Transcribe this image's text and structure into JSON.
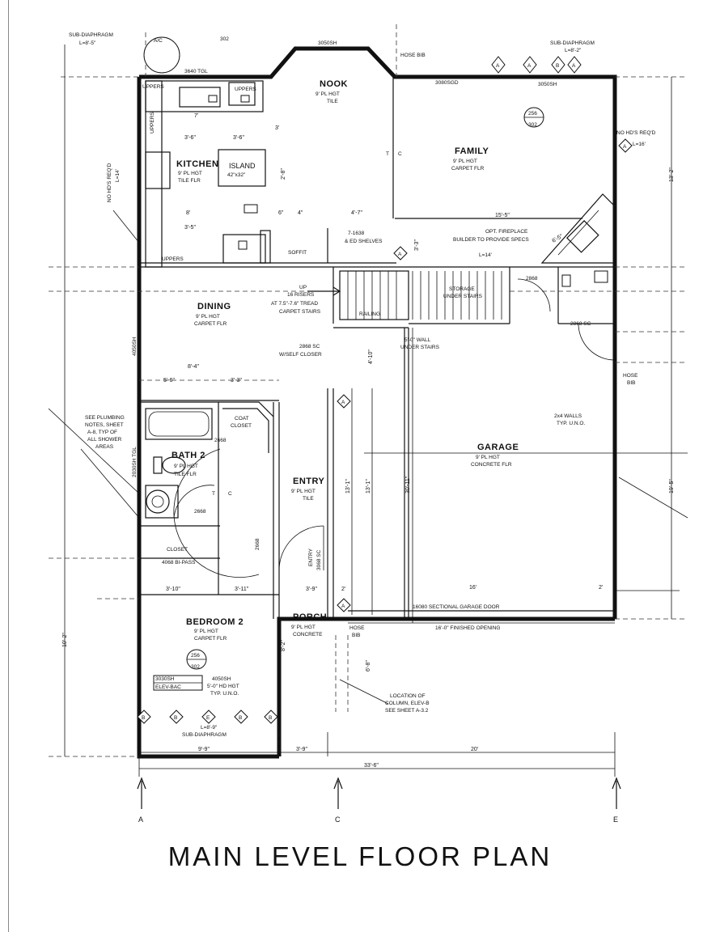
{
  "title": "MAIN LEVEL FLOOR PLAN",
  "rooms": {
    "nook": {
      "name": "NOOK",
      "spec1": "9' PL HGT",
      "spec2": "TILE"
    },
    "family": {
      "name": "FAMILY",
      "spec1": "9' PL HGT",
      "spec2": "CARPET FLR"
    },
    "kitchen": {
      "name": "KITCHEN",
      "spec1": "9' PL HGT",
      "spec2": "TILE FLR"
    },
    "island": {
      "name": "ISLAND",
      "spec1": "42\"x32\""
    },
    "dining": {
      "name": "DINING",
      "spec1": "9' PL HGT",
      "spec2": "CARPET FLR"
    },
    "bath2": {
      "name": "BATH 2",
      "spec1": "9' PL HGT",
      "spec2": "TILE FLR"
    },
    "entry": {
      "name": "ENTRY",
      "spec1": "9' PL HGT",
      "spec2": "TILE"
    },
    "garage": {
      "name": "GARAGE",
      "spec1": "9' PL HGT",
      "spec2": "CONCRETE FLR"
    },
    "bedroom2": {
      "name": "BEDROOM 2",
      "spec1": "9' PL HGT",
      "spec2": "CARPET FLR"
    },
    "porch": {
      "name": "PORCH",
      "spec1": "9' PL HGT",
      "spec2": "CONCRETE"
    },
    "closet": {
      "name": "CLOSET",
      "spec1": "4068 BI-PASS"
    }
  },
  "notes": {
    "ac": "A/C",
    "subdiaphragm_tl": "SUB-DIAPHRAGM",
    "subdiaphragm_tl_len": "L=8'-5\"",
    "subdiaphragm_tr": "SUB-DIAPHRAGM",
    "subdiaphragm_tr_len": "L=8'-2\"",
    "window_top": "3050SH",
    "window_tl": "3640 TGL",
    "window_tr": "3050SH",
    "window_fam": "3080SGD",
    "hose_top": "HOSE BIB",
    "uppers1": "UPPERS",
    "uppers2": "UPPERS",
    "uppers_side": "UPPERS",
    "uppers_bottom": "UPPERS",
    "no_hds_left": "NO HD'S REQ'D",
    "no_hds_left2": "L=14'",
    "no_hds_right": "NO HD'S REQ'D",
    "no_hds_right2": "L=16'",
    "opt_fireplace": "OPT. FIREPLACE",
    "builder_fireplace": "BUILDER TO PROVIDE SPECS",
    "l14": "L=14'",
    "shelves1": "7-1638",
    "shelves2": "& ED SHELVES",
    "soffit": "SOFFIT",
    "stairs_up": "UP",
    "stairs_risers": "16 RISERS",
    "stairs_at": "AT 7.5\"-7.6\" TREAD",
    "stairs_carpet": "CARPET STAIRS",
    "railing": "RAILING",
    "storage1": "STORAGE",
    "storage2": "UNDER STAIRS",
    "wall_stairs1": "5'-0\" WALL",
    "wall_stairs2": "UNDER STAIRS",
    "door_2868": "2868",
    "door_2868sc": "2868 SC",
    "self_closer1": "2868 SC",
    "self_closer2": "W/SELF CLOSER",
    "window_dining": "4050SH",
    "plumbing1": "SEE PLUMBING",
    "plumbing2": "NOTES, SHEET",
    "plumbing3": "A-8, TYP OF",
    "plumbing4": "ALL SHOWER",
    "plumbing5": "AREAS",
    "coat_closet1": "COAT",
    "coat_closet2": "CLOSET",
    "door_2668a": "2668",
    "door_2668b": "2668",
    "door_2668c": "2668",
    "window_bath": "2030SH TGL",
    "walls_2x4_1": "2x4 WALLS",
    "walls_2x4_2": "TYP. U.N.O.",
    "hose_garage1": "HOSE",
    "hose_garage2": "BIB",
    "garage_door": "16080 SECTIONAL GARAGE DOOR",
    "finished_opening": "16'-0\" FINISHED OPENING",
    "entry_door": "ENTRY",
    "entry_door2": "3068 SC",
    "hose_porch1": "HOSE",
    "hose_porch2": "BIB",
    "bed_window1": "3030SH",
    "bed_window2": "ELEV-BAC",
    "bed_window3": "4050SH",
    "bed_window4": "5'-0\" HD HGT",
    "bed_window5": "TYP. U.N.O.",
    "column1": "LOCATION OF",
    "column2": "COLUMN, ELEV-B",
    "column3": "SEE SHEET A-3.2",
    "sub_bottom": "SUB-DIAPHRAGM",
    "sub_bottom_len": "L=8'-9\"",
    "tc1": "T",
    "tc2": "C",
    "tag_302": "302",
    "tag_256": "256"
  },
  "dims": {
    "k_7": "7'",
    "k_3_6": "3'-6\"",
    "k_3_6b": "3'-6\"",
    "k_3_5": "3'-5\"",
    "k_8": "8'",
    "k_6": "6\"",
    "k_4": "4\"",
    "k_4_7": "4'-7\"",
    "k_2_8": "2'-8\"",
    "k_3": "3'",
    "k_3_3": "3'-3\"",
    "fam_15_5": "15'-5\"",
    "fam_6_5": "6'-5\"",
    "d_8_4": "8'-4\"",
    "d_5_6": "5'-6\"",
    "d_3_3": "3'-3\"",
    "d_3_10": "3'-10\"",
    "d_3_11": "3'-11\"",
    "d_3_9": "3'-9\"",
    "d_2": "2'",
    "d_16": "16'",
    "d_2b": "2'",
    "g_30_11": "30'-11\"",
    "g_13_1": "13'-1\"",
    "g_13_1b": "13'-1\"",
    "g_4_10": "4'-10\"",
    "g_19_5": "19'-5\"",
    "r_13_2": "13'-2\"",
    "l_10_2": "10'-2\"",
    "b_9_9": "9'-9\"",
    "b_3_9": "3'-9\"",
    "b_20": "20'",
    "b_33_6": "33'-6\"",
    "p_8_2": "8'-2\"",
    "p_6_8": "6'-8\""
  },
  "grid": {
    "a": "A",
    "c": "C",
    "e": "E"
  },
  "tags": {
    "a": "A",
    "b": "B",
    "e": "E"
  }
}
